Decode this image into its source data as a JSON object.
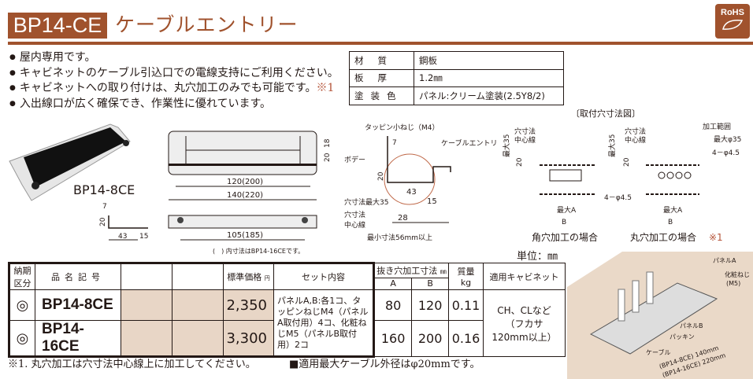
{
  "header": {
    "code": "BP14-CE",
    "name": "ケーブルエントリー",
    "badge": "RoHS"
  },
  "colors": {
    "brand": "#a0522d",
    "price_cell": "#e8d6c6",
    "note": "#b5553a"
  },
  "features": [
    "屋内専用です。",
    "キャビネットのケーブル引込口での電線支持にご利用ください。",
    "キャビネットへの取り付けは、丸穴加工のみでも可能です。",
    "入出線口が広く確保でき、作業性に優れています。"
  ],
  "feature_note": "※1",
  "spec": [
    {
      "label": "材質",
      "value": "鋼板"
    },
    {
      "label": "板厚",
      "value": "1.2㎜"
    },
    {
      "label": "塗装色",
      "value": "パネル:クリーム塗装(2.5Y8/2)"
    }
  ],
  "photo_label": "BP14-8CE",
  "front_view": {
    "h1": "18",
    "h2": "20",
    "inner": "120(200)",
    "outer": "140(220)",
    "bottom": "105(185)",
    "note": "(　) 内寸法はBP14-16CEです。"
  },
  "small_side": {
    "w": "7",
    "h": "20",
    "a": "43",
    "b": "15"
  },
  "side_view": {
    "screw": "タッピン小ねじ（M4）",
    "entry": "ケーブルエントリー",
    "body": "ボデー",
    "w": "7",
    "h": "20",
    "d43": "43",
    "d15": "15",
    "max35": "穴寸法最大35",
    "center1": "穴寸法",
    "center2": "中心線",
    "d28": "28",
    "min": "最小寸法56mm以上"
  },
  "mount": {
    "title": "〔取付穴寸法図〕",
    "center1": "穴寸法",
    "center2": "中心線",
    "max35": "最大35",
    "d20": "20",
    "holes": "4－φ4.5",
    "maxA": "最大A",
    "B": "B",
    "square": "角穴加工の場合",
    "round": "丸穴加工の場合",
    "round_note": "※1",
    "range": "加工範囲",
    "phi35": "最大φ35",
    "holes2": "4－φ4.5"
  },
  "unit": "単位：㎜",
  "table": {
    "headers": {
      "delivery": "納期区分",
      "model": "品名記号",
      "price": "標準価格",
      "yen": "円",
      "set": "セット内容",
      "cut": "抜き穴加工寸法",
      "mm": "㎜",
      "a": "A",
      "b": "B",
      "weight": "質量",
      "kg": "kg",
      "cabinet": "適用キャビネット"
    },
    "rows": [
      {
        "delivery": "◎",
        "model": "BP14-8CE",
        "price": "2,350",
        "a": "80",
        "b": "120",
        "weight": "0.11"
      },
      {
        "delivery": "◎",
        "model": "BP14-16CE",
        "price": "3,300",
        "a": "160",
        "b": "200",
        "weight": "0.16"
      }
    ],
    "set_content": "パネルA,B:各1コ、タッピンねじM4（パネルA取付用）4コ、化粧ねじM5（パネルB取付用）2コ",
    "cabinet": "CH、CLなど（フカサ120mm以上）"
  },
  "footnotes": [
    "※1. 丸穴加工は穴寸法中心線上に加工してください。",
    "■適用最大ケーブル外径はφ20mmです。"
  ],
  "illustration": {
    "panelA": "パネルA",
    "screw1": "化粧ねじ",
    "screw2": "(M5)",
    "panelB": "パネルB",
    "packing": "パッキン",
    "cable": "ケーブル",
    "len1": "(BP14-8CE)  140mm",
    "len2": "(BP14-16CE)  220mm"
  }
}
